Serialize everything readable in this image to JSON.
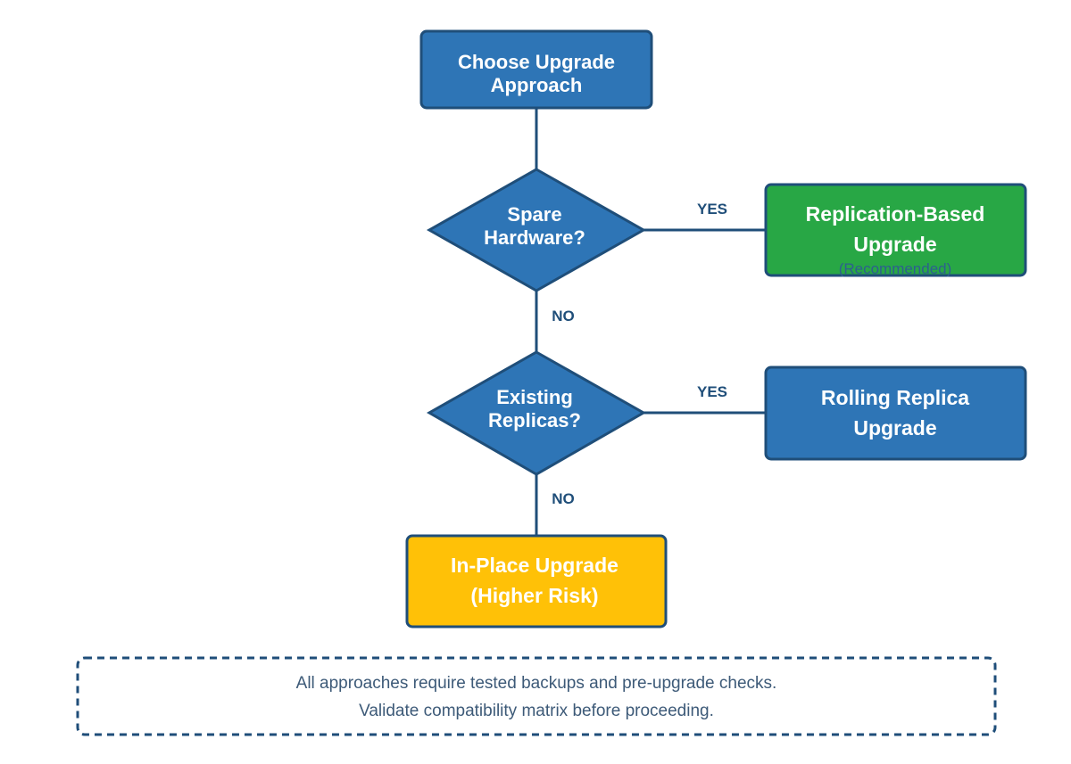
{
  "colors": {
    "process": "#2e75b6",
    "process_border": "#1f4e79",
    "recommended": "#28a745",
    "warning": "#ffc107",
    "connector": "#1f4e79",
    "note_border": "#1f4e79"
  },
  "nodes": {
    "start": {
      "line1": "Choose Upgrade",
      "line2": "Approach"
    },
    "decision_hardware": {
      "line1": "Spare",
      "line2": "Hardware?"
    },
    "replication": {
      "line1": "Replication-Based",
      "line2": "Upgrade",
      "note": "(Recommended)"
    },
    "decision_replicas": {
      "line1": "Existing",
      "line2": "Replicas?"
    },
    "rolling": {
      "line1": "Rolling Replica",
      "line2": "Upgrade"
    },
    "inplace": {
      "line1": "In-Place Upgrade",
      "line2": "(Higher Risk)"
    }
  },
  "edges": {
    "hardware_yes": "YES",
    "hardware_no": "NO",
    "replicas_yes": "YES",
    "replicas_no": "NO"
  },
  "note": {
    "line1": "All approaches require tested backups and pre-upgrade checks.",
    "line2": "Validate compatibility matrix before proceeding."
  }
}
